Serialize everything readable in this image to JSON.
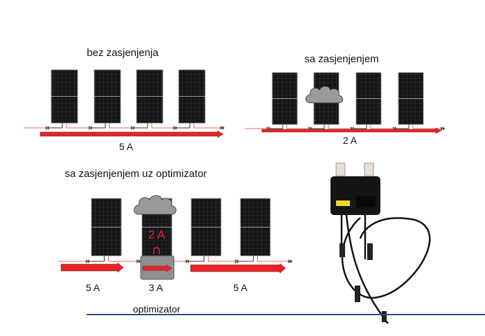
{
  "scenarios": {
    "no_shade": {
      "title": "bez zasjenjenja",
      "current": "5 A"
    },
    "shaded": {
      "title": "sa zasjenjenjem",
      "current": "2 A"
    },
    "optimized": {
      "title": "sa zasjenjenjem uz optimizator",
      "current_before": "5 A",
      "current_shaded_panel": "2 A",
      "current_optimizer": "3 A",
      "current_after": "5 A",
      "optimizer_label": "optimizator"
    }
  },
  "colors": {
    "current_arrow": "#e3262b",
    "panel": "#1a1a1a",
    "cloud": "#9a9a9a",
    "footer_line": "#2c4f7c"
  }
}
